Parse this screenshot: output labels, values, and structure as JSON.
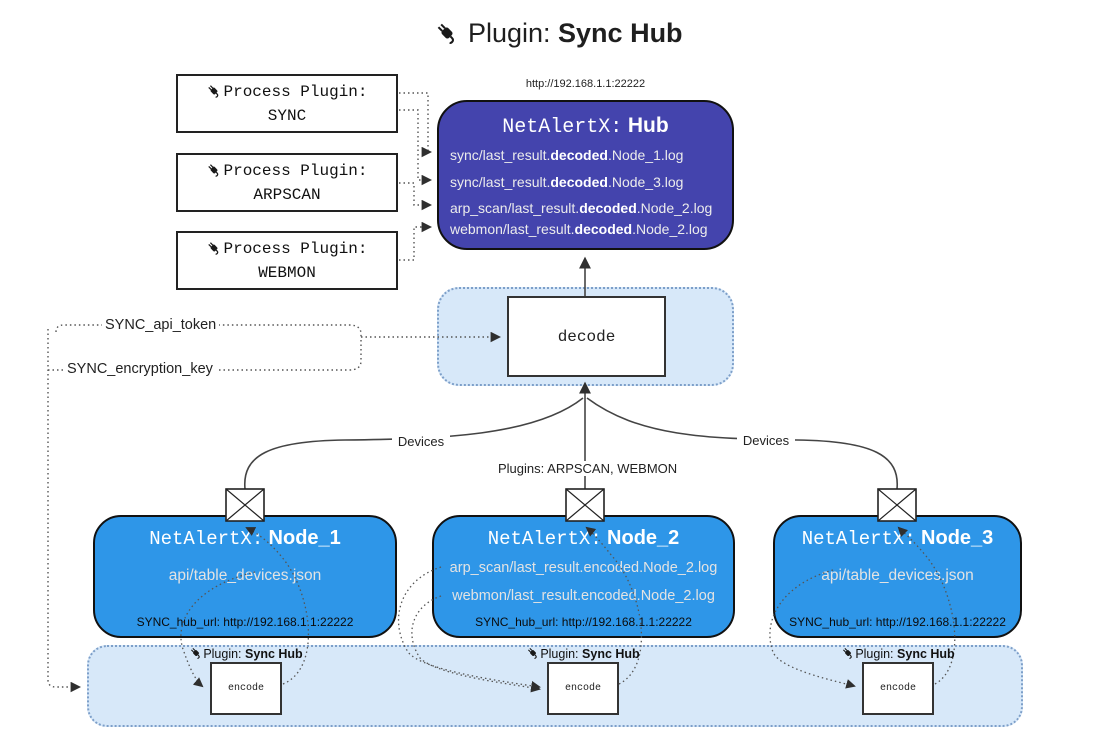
{
  "colors": {
    "hub_fill": "#4444ad",
    "node_fill": "#2e96e8",
    "panel_fill": "#d7e8f9",
    "panel_border": "#7d9fc9"
  },
  "title": {
    "prefix": "Plugin:",
    "name": "Sync Hub"
  },
  "process_plugins": [
    {
      "label": "Process Plugin:",
      "name": "SYNC"
    },
    {
      "label": "Process Plugin:",
      "name": "ARPSCAN"
    },
    {
      "label": "Process Plugin:",
      "name": "WEBMON"
    }
  ],
  "hub": {
    "url": "http://192.168.1.1:22222",
    "prefix": "NetAlertX:",
    "name": "Hub",
    "logs": [
      {
        "pre": "sync/last_result.",
        "bold": "decoded",
        "post": ".Node_1.log"
      },
      {
        "pre": "sync/last_result.",
        "bold": "decoded",
        "post": ".Node_3.log"
      },
      {
        "pre": "arp_scan/last_result.",
        "bold": "decoded",
        "post": ".Node_2.log"
      },
      {
        "pre": "webmon/last_result.",
        "bold": "decoded",
        "post": ".Node_2.log"
      }
    ]
  },
  "decode_panel": {
    "box_label": "decode"
  },
  "secrets": {
    "api_token": "SYNC_api_token",
    "encryption_key": "SYNC_encryption_key"
  },
  "edges": {
    "devices_left": "Devices",
    "devices_right": "Devices",
    "plugins_middle": "Plugins: ARPSCAN, WEBMON"
  },
  "nodes": [
    {
      "prefix": "NetAlertX:",
      "name": "Node_1",
      "files": [
        "api/table_devices.json"
      ],
      "hub_url": "SYNC_hub_url: http://192.168.1.1:22222"
    },
    {
      "prefix": "NetAlertX:",
      "name": "Node_2",
      "files": [
        "arp_scan/last_result.encoded.Node_2.log",
        "webmon/last_result.encoded.Node_2.log"
      ],
      "hub_url": "SYNC_hub_url: http://192.168.1.1:22222"
    },
    {
      "prefix": "NetAlertX:",
      "name": "Node_3",
      "files": [
        "api/table_devices.json"
      ],
      "hub_url": "SYNC_hub_url: http://192.168.1.1:22222"
    }
  ],
  "encoders": [
    {
      "label_prefix": "Plugin:",
      "label_name": "Sync Hub",
      "box_label": "encode"
    },
    {
      "label_prefix": "Plugin:",
      "label_name": "Sync Hub",
      "box_label": "encode"
    },
    {
      "label_prefix": "Plugin:",
      "label_name": "Sync Hub",
      "box_label": "encode"
    }
  ]
}
